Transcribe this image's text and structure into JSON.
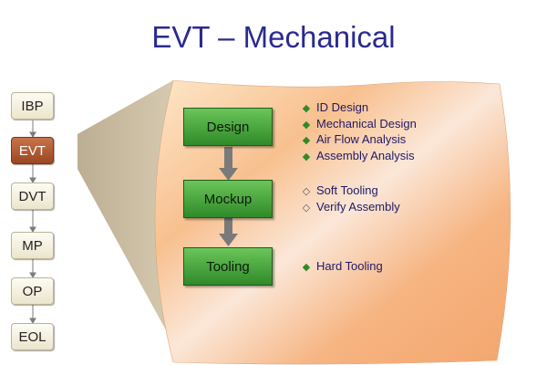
{
  "title": "EVT – Mechanical",
  "phases": [
    "IBP",
    "EVT",
    "DVT",
    "MP",
    "OP",
    "EOL"
  ],
  "active_phase": "EVT",
  "steps": [
    {
      "label": "Design",
      "bullets": [
        "ID Design",
        "Mechanical Design",
        "Air Flow Analysis",
        "Assembly Analysis"
      ],
      "bullet_style": "filled"
    },
    {
      "label": "Mockup",
      "bullets": [
        "Soft Tooling",
        "Verify Assembly"
      ],
      "bullet_style": "open"
    },
    {
      "label": "Tooling",
      "bullets": [
        "Hard Tooling"
      ],
      "bullet_style": "filled"
    }
  ],
  "colors": {
    "title": "#2b2a8f",
    "active_phase": "#b05a30",
    "step_box": "#3d9a35",
    "bullet_text": "#1f1a66",
    "arrow": "#7a7a7a"
  }
}
